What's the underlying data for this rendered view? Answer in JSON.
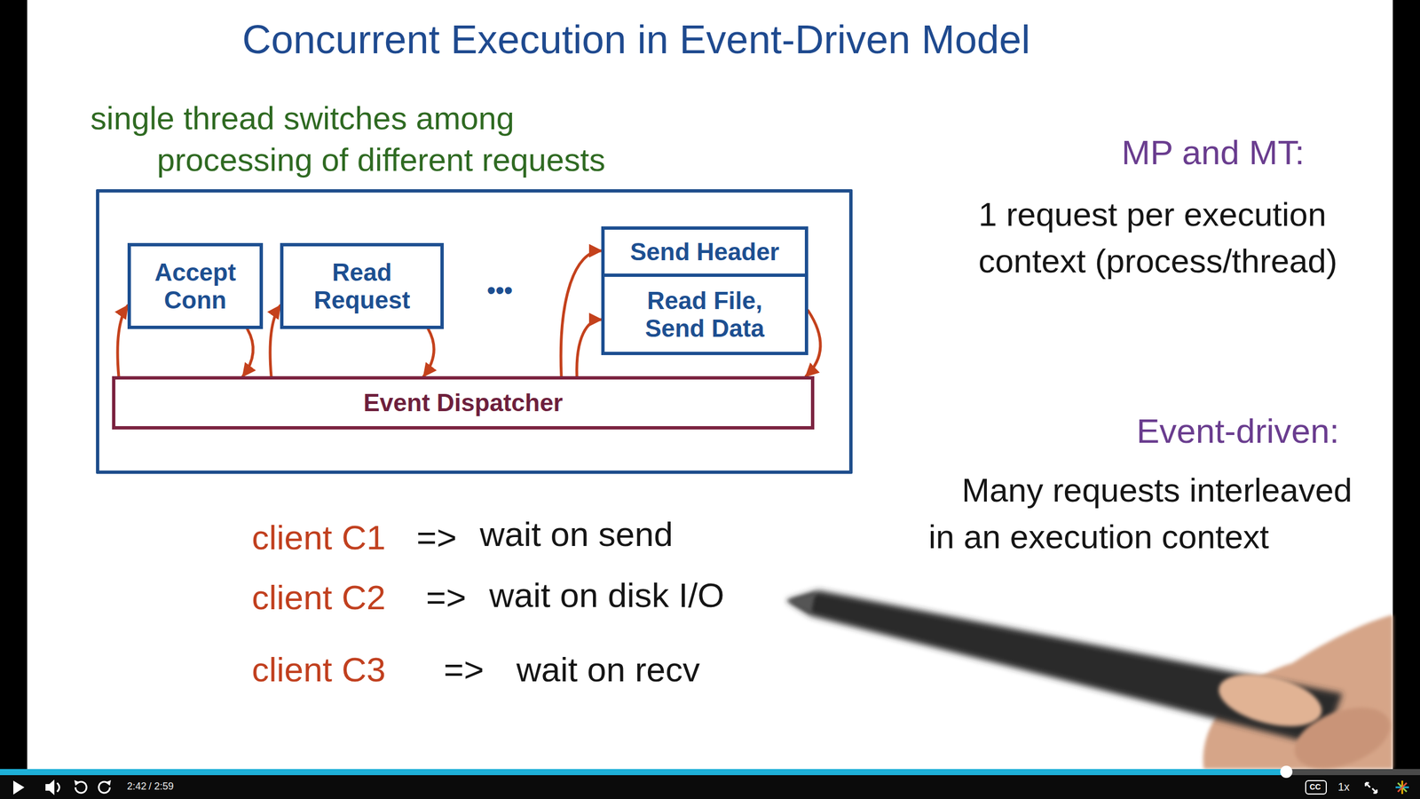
{
  "diagram": {
    "title": "Concurrent Execution in Event-Driven Model",
    "nodes": [
      {
        "text": [
          "single thread switches among processing of different requests"
        ]
      },
      {
        "text": [
          "Accept Conn"
        ],
        "in": 0
      },
      {
        "text": [
          "Read Request"
        ],
        "in": 0
      },
      {
        "text": [
          "Send Header",
          "Read File, Send Data"
        ],
        "in": 0
      },
      {
        "text": [
          "Event Dispatcher"
        ],
        "in": 0
      }
    ],
    "edges": [
      {
        "from": 4,
        "to": 1,
        "arrow": "to"
      },
      {
        "from": 1,
        "to": 4,
        "arrow": "to"
      },
      {
        "from": 4,
        "to": 2,
        "arrow": "to"
      },
      {
        "from": 2,
        "to": 4,
        "arrow": "to"
      },
      {
        "from": 4,
        "to": 3,
        "arrow": "to"
      },
      {
        "from": 4,
        "to": 3,
        "arrow": "to"
      },
      {
        "from": 3,
        "to": 4,
        "arrow": "to"
      }
    ],
    "labels": [
      "•••",
      "client C1",
      "=>",
      "wait on send",
      "client C2",
      "=>",
      "wait on disk I/O",
      "client C3",
      "=>",
      "wait on recv",
      "MP and MT:",
      "1 request per execution context (process/thread)",
      "Event-driven:",
      "Many requests interleaved in an execution context",
      "2:42",
      "/ 2:59",
      "CC",
      "1x"
    ]
  }
}
